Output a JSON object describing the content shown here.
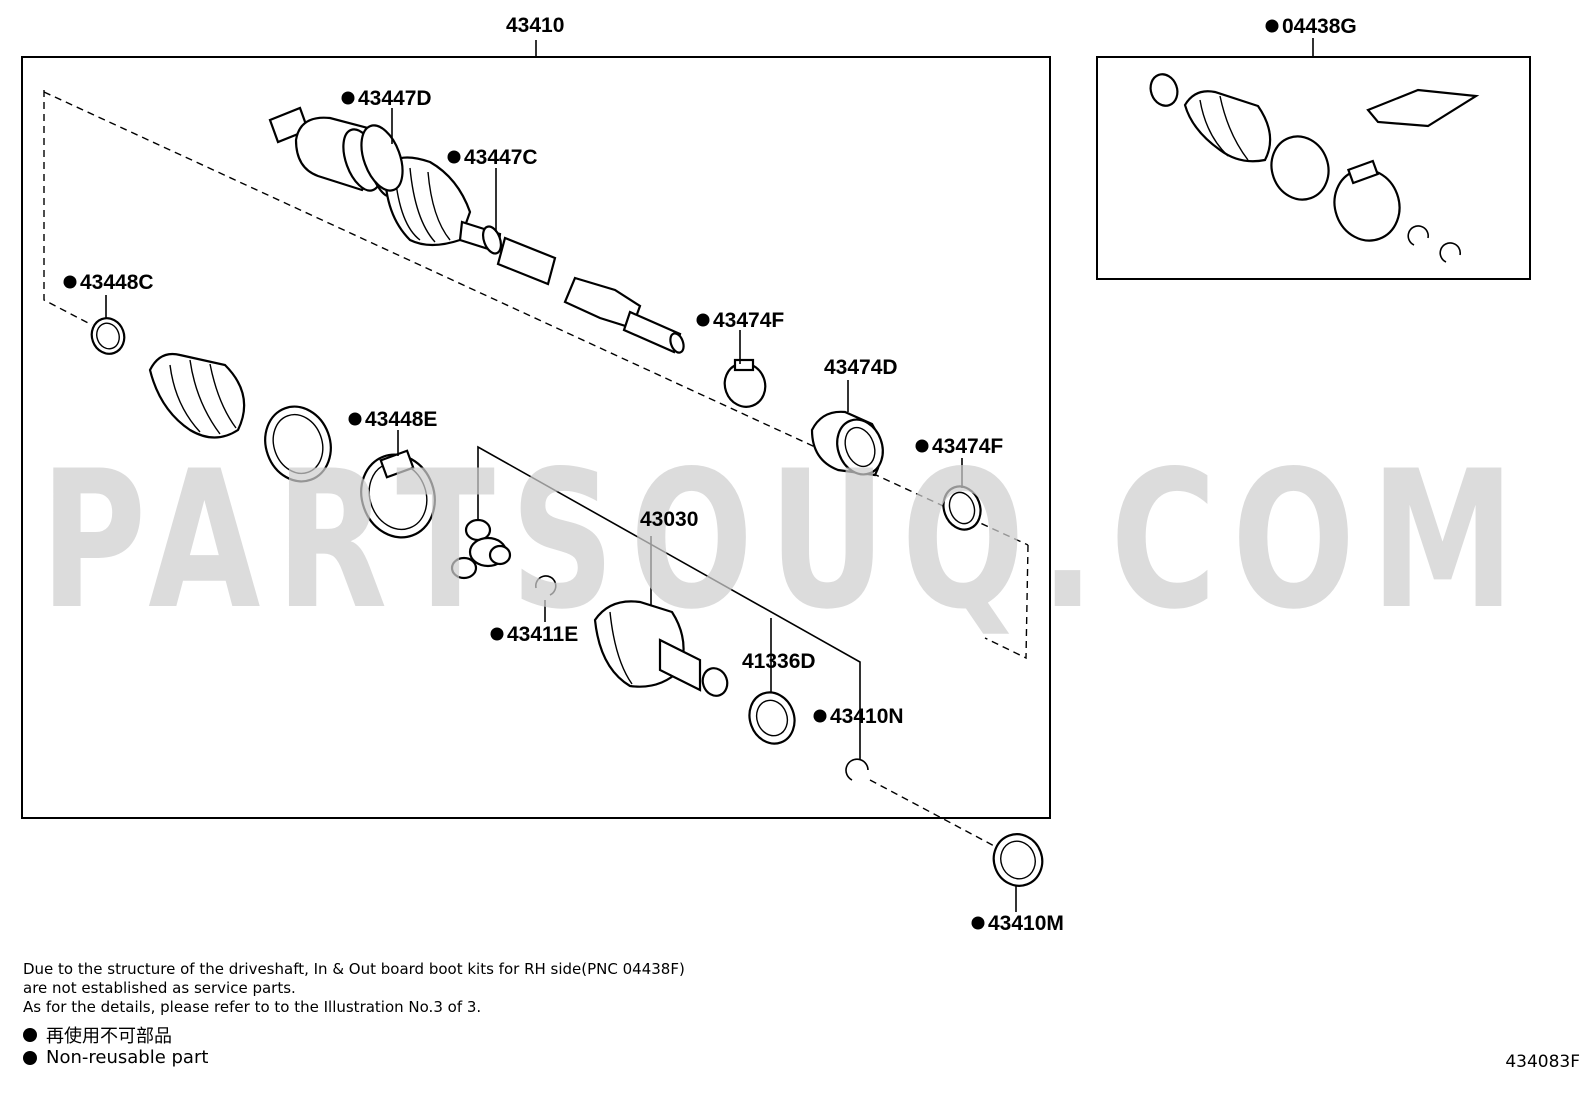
{
  "watermark": "PARTSOUQ.COM",
  "labels": {
    "assembly": "43410",
    "kit": "04438G",
    "joint_boot_clamp_outer_large": "43447D",
    "joint_boot_clamp_outer_small": "43447C",
    "clamp_43448c": "43448C",
    "clamp_43448e": "43448E",
    "clamp_43474f_upper": "43474F",
    "damper": "43474D",
    "clamp_43474f_lower": "43474F",
    "inner_joint": "43030",
    "snap_ring": "43411E",
    "dust_cover": "41336D",
    "ring_43410n": "43410N",
    "cover_43410m": "43410M"
  },
  "notes": {
    "line1": "Due to the structure of the driveshaft, In & Out board  boot kits for RH side(PNC 04438F)",
    "line2": "are not established as service parts.",
    "line3": "As for the details, please refer to to the Illustration No.3 of 3."
  },
  "legend": {
    "japanese": "再使用不可部品",
    "english": "Non-reusable part"
  },
  "figure_code": "434083F"
}
